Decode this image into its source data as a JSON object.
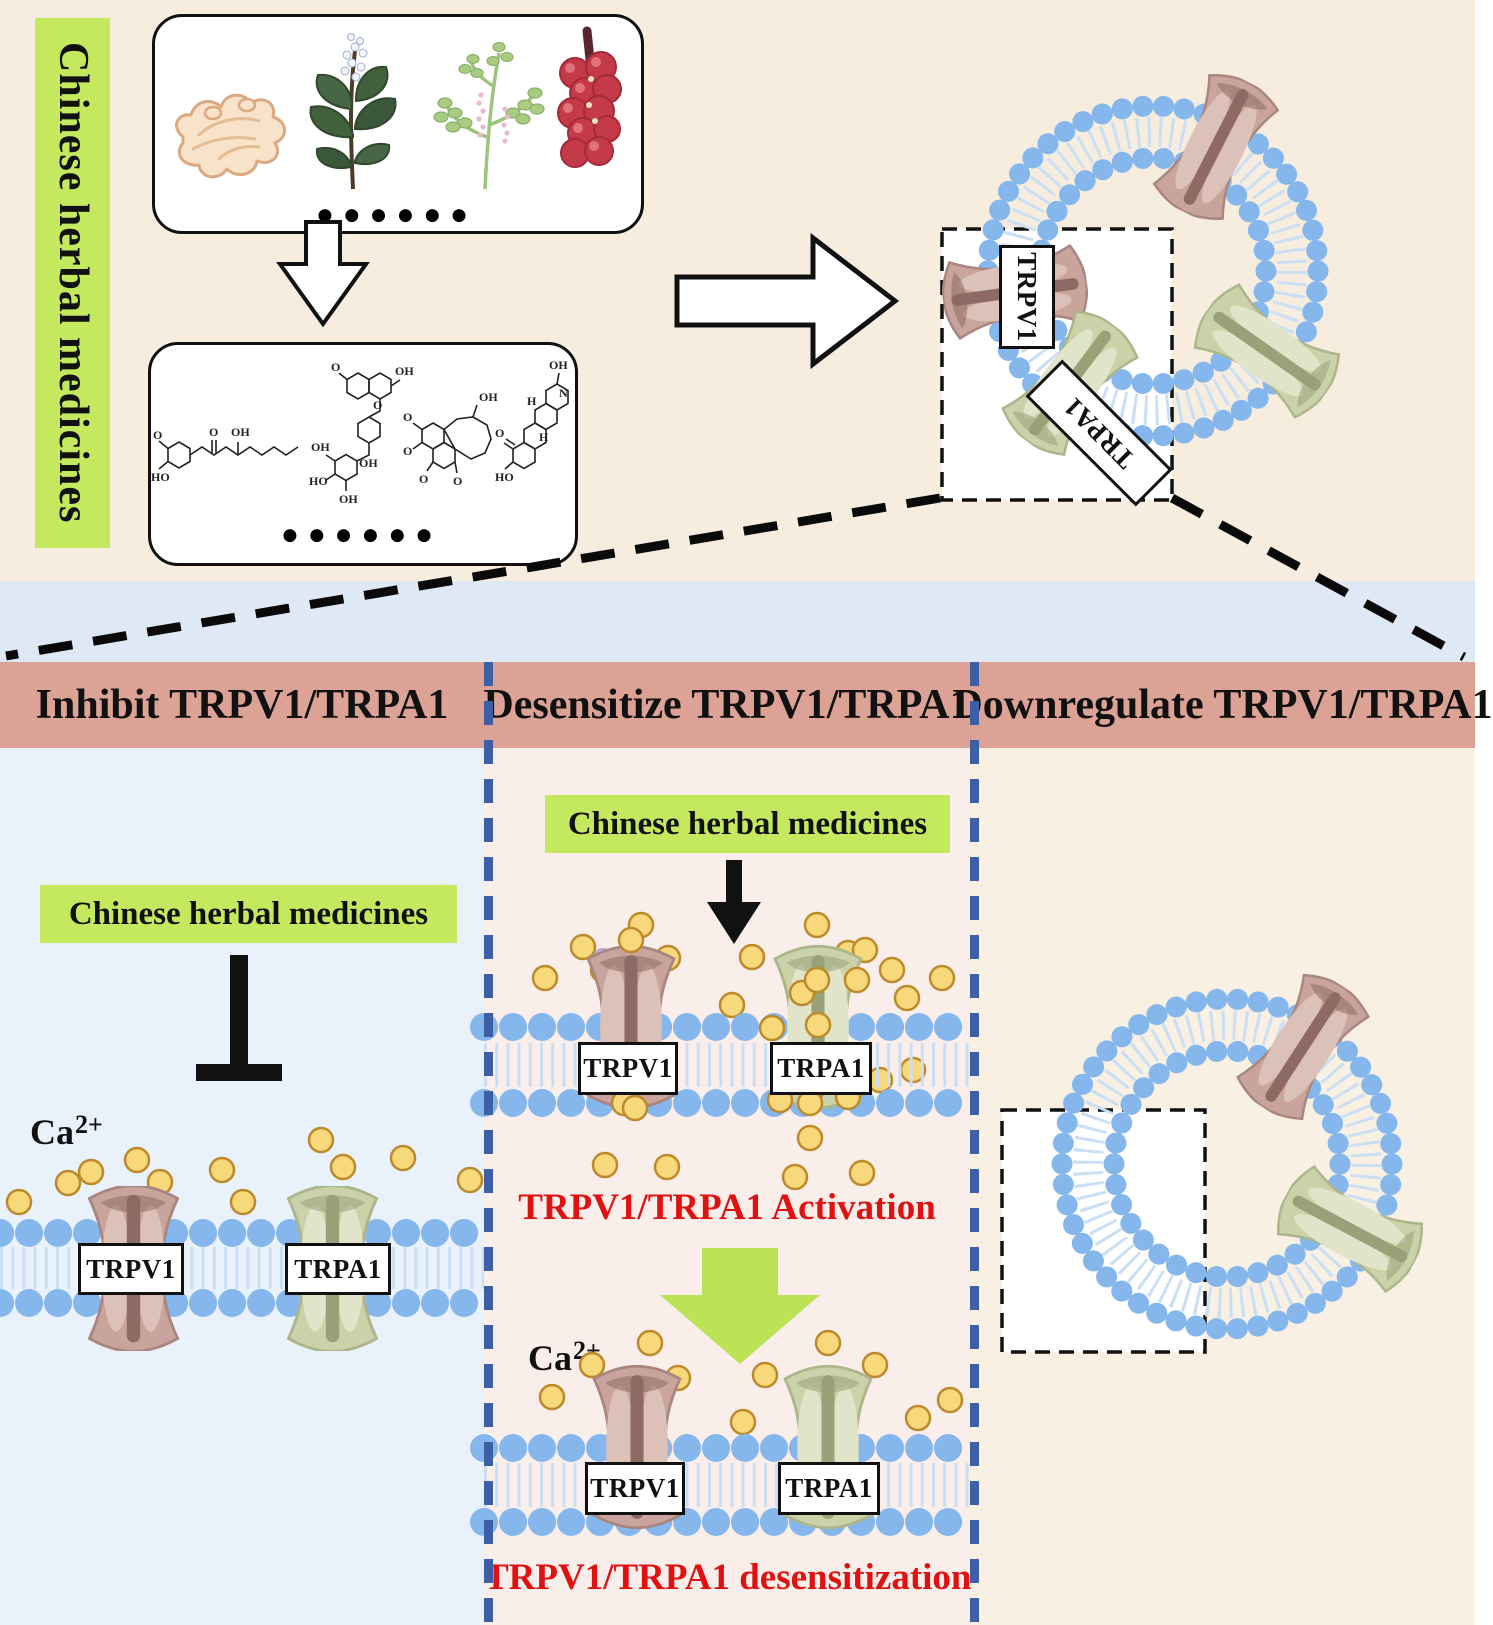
{
  "side_label": "Chinese herbal medicines",
  "top": {
    "dots": "●●●●●●",
    "ring_labels": {
      "trpv1": "TRPV1",
      "trpa1": "TRPA1"
    },
    "molecules": [
      {
        "labels": [
          "O",
          "O",
          "OH",
          "HO"
        ]
      },
      {
        "labels": [
          "OH",
          "O",
          "O",
          "OH",
          "HO",
          "OH",
          "OH"
        ]
      },
      {
        "labels": [
          "OH",
          "O",
          "O",
          "O",
          "O"
        ]
      },
      {
        "labels": [
          "O",
          "OH",
          "H",
          "H",
          "HO",
          "N"
        ]
      }
    ]
  },
  "panels": {
    "inhibit": {
      "title": "Inhibit TRPV1/TRPA1",
      "herbal": "Chinese herbal medicines",
      "ca": "Ca",
      "ca_sup": "2+",
      "trpv1": "TRPV1",
      "trpa1": "TRPA1"
    },
    "desensitize": {
      "title": "Desensitize TRPV1/TRPA1",
      "herbal": "Chinese herbal medicines",
      "activation": "TRPV1/TRPA1 Activation",
      "ca": "Ca",
      "ca_sup": "2+",
      "desensitization": "TRPV1/TRPA1 desensitization",
      "trpv1": "TRPV1",
      "trpa1": "TRPA1"
    },
    "downregulate": {
      "title": "Downregulate TRPV1/TRPA1"
    }
  },
  "colors": {
    "accent_green": "#c4e95e",
    "header_salmon": "#dca295",
    "red_text": "#e01111",
    "bead_blue": "#85b7ec",
    "ion_yellow": "#f7d87b",
    "divider_blue": "#3c5fa5",
    "arrow_green": "#bce356",
    "channel_pink": "#c9a49c",
    "channel_green": "#cbd2a9"
  }
}
